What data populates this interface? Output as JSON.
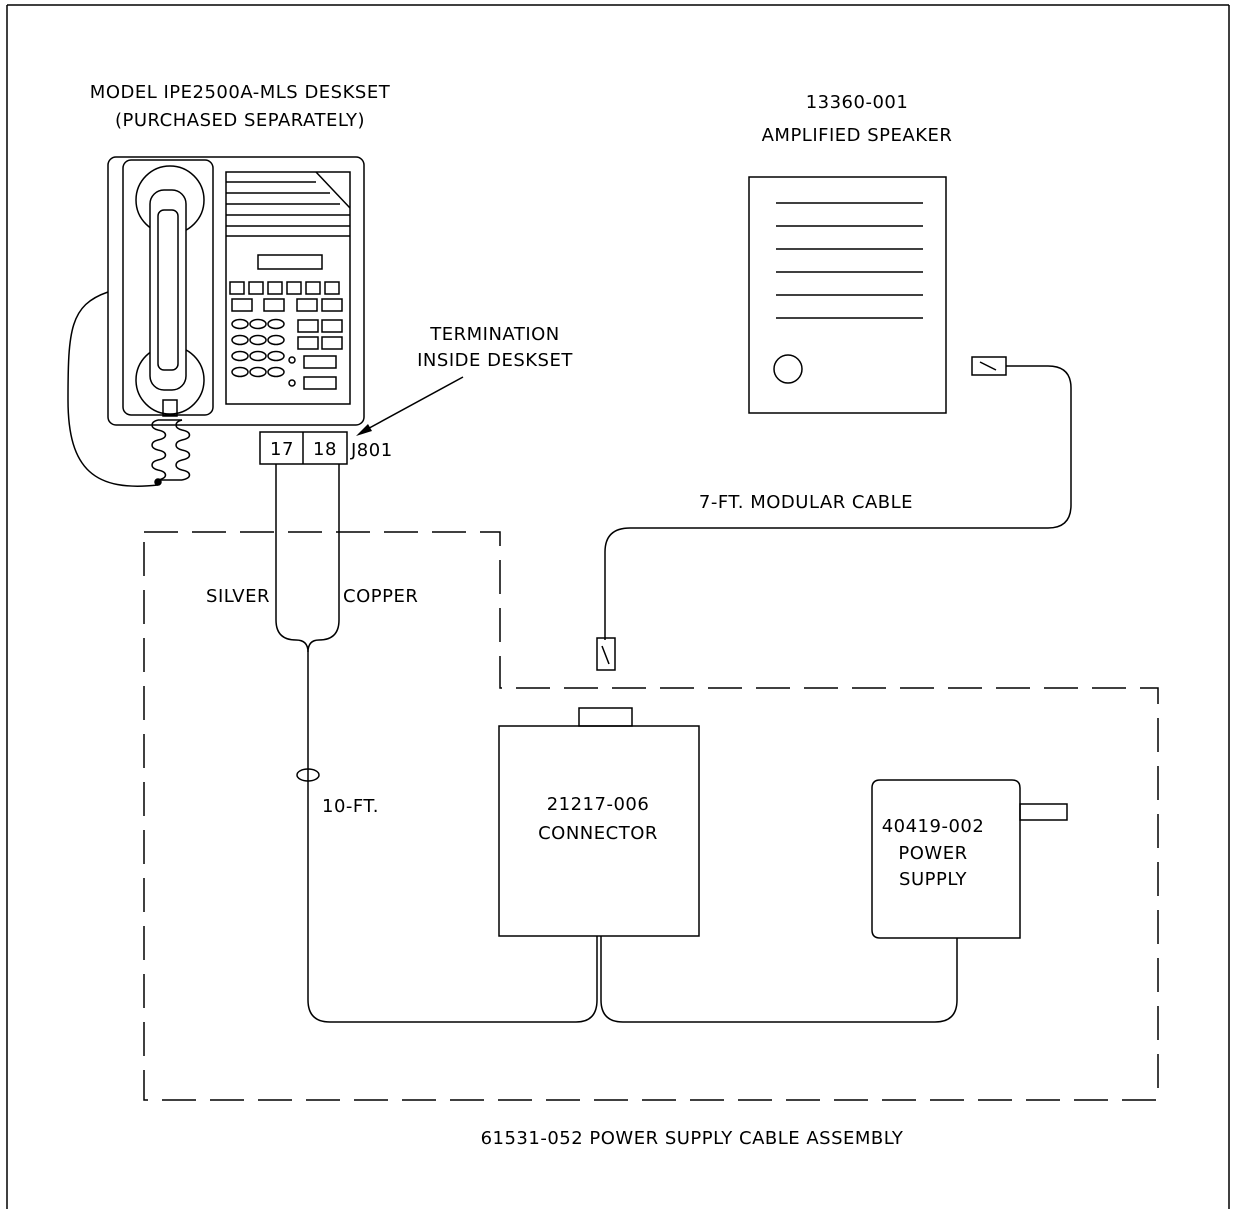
{
  "desk_phone": {
    "title_line1": "MODEL IPE2500A-MLS DESKSET",
    "title_line2": "(PURCHASED SEPARATELY)"
  },
  "termination": {
    "line1": "TERMINATION",
    "line2": "INSIDE DESKSET",
    "pin_a": "17",
    "pin_b": "18",
    "jack": "J801"
  },
  "speaker": {
    "part": "13360-001",
    "name": "AMPLIFIED SPEAKER"
  },
  "modular_cable": {
    "label": "7-FT. MODULAR CABLE"
  },
  "wires": {
    "silver": "SILVER",
    "copper": "COPPER",
    "length": "10-FT."
  },
  "connector": {
    "part": "21217-006",
    "name": "CONNECTOR"
  },
  "power_supply": {
    "part": "40419-002",
    "line1": "POWER",
    "line2": "SUPPLY"
  },
  "assembly": {
    "label": "61531-052 POWER SUPPLY CABLE ASSEMBLY"
  }
}
